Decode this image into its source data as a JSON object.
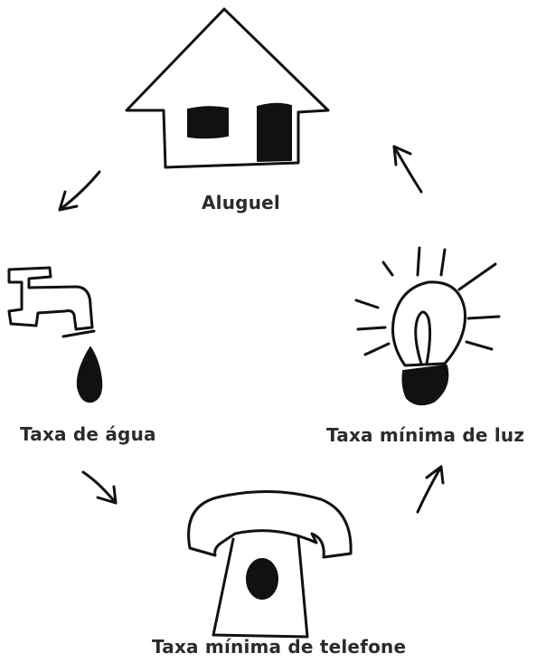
{
  "nodes": [
    {
      "id": "aluguel",
      "label": "Aluguel",
      "icon": "house-icon"
    },
    {
      "id": "agua",
      "label": "Taxa de água",
      "icon": "faucet-icon"
    },
    {
      "id": "telefone",
      "label": "Taxa mínima de telefone",
      "icon": "telephone-icon"
    },
    {
      "id": "luz",
      "label": "Taxa mínima de luz",
      "icon": "lightbulb-icon"
    }
  ],
  "flow": [
    "aluguel",
    "agua",
    "telefone",
    "luz",
    "aluguel"
  ],
  "colors": {
    "ink": "#111111",
    "text": "#2b2b2b",
    "background": "#ffffff"
  }
}
